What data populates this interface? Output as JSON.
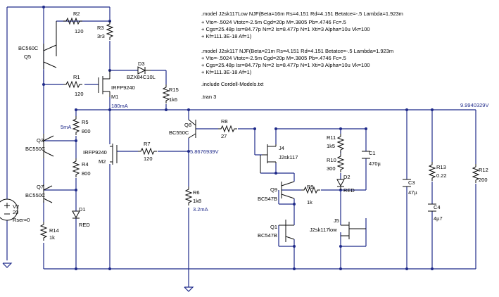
{
  "colors": {
    "wire": "#1f2a8a",
    "component": "#0a0a0a",
    "annotation": "#1f2a8a"
  },
  "models": {
    "block1": [
      ".model J2sk117Low NJF(Beta=16m Rs=4.151 Rd=4.151 Betatce=-.5 Lambda=1.923m",
      "+ Vto=-.5024 Vtotc=-2.5m Cgd=20p M=.3805 Pb=.4746 Fc=.5",
      "+ Cgs=25.48p Isr=84.77p Nr=2 Is=8.477p N=1 Xti=3 Alpha=10u Vk=100",
      "+ Kf=111.3E-18 Af=1)"
    ],
    "block2": [
      ".model J2sk117 NJF(Beta=21m Rs=4.151 Rd=4.151 Betatce=-.5 Lambda=1.923m",
      "+ Vto=-.5024 Vtotc=-2.5m Cgd=20p M=.3805 Pb=.4746 Fc=.5",
      "+ Cgs=25.48p Isr=84.77p Nr=2 Is=8.477p N=1 Xti=3 Alpha=10u Vk=100",
      "+ Kf=111.3E-18 Af=1)"
    ],
    "include": ".include Cordell-Models.txt",
    "tran": ".tran 3"
  },
  "labels": {
    "q5_type": "BC560C",
    "q5_name": "Q5",
    "r2_name": "R2",
    "r2_val": "120",
    "r3_name": "R3",
    "r3_val": "3r3",
    "d3_name": "D3",
    "d3_val": "BZX84C10L",
    "r1_name": "R1",
    "r1_val": "120",
    "m1_type": "IRFP9240",
    "m1_name": "M1",
    "r15_name": "R15",
    "r15_val": "1k6",
    "i_m1": "180mA",
    "vout": "9.9940329V",
    "i_r5": "5mA",
    "r5_name": "R5",
    "r5_val": "800",
    "q3_name": "Q3",
    "q3_type": "BC550C",
    "m2_type": "IRFP9240",
    "m2_name": "M2",
    "r7_name": "R7",
    "r7_val": "120",
    "r4_name": "R4",
    "r4_val": "800",
    "q8_name": "Q8",
    "q8_type": "BC550C",
    "r8_name": "R8",
    "r8_val": "27",
    "v_node": "5.8676939V",
    "q7_name": "Q7",
    "q7_type": "BC550C",
    "d1_name": "D1",
    "d1_val": "RED",
    "v2_name": "V2",
    "v2_val": "20",
    "v2_rser": "Rser=0",
    "r14_name": "R14",
    "r14_val": "1k",
    "r6_name": "R6",
    "r6_val": "1k8",
    "i_r6": "3.2mA",
    "r11_name": "R11",
    "r11_val": "1k5",
    "r10_name": "R10",
    "r10_val": "300",
    "j4_name": "J4",
    "j4_type": "J2sk117",
    "c1_name": "C1",
    "c1_val": "470µ",
    "d2_name": "D2",
    "d2_val": "RED",
    "q9_name": "Q9",
    "q9_type": "BC547B",
    "r9_name": "R9",
    "r9_val": "1k",
    "q1_name": "Q1",
    "q1_type": "BC547B",
    "j5_name": "J5",
    "j5_type": "J2sk117low",
    "c3_name": "C3",
    "c3_val": "47µ",
    "r13_name": "R13",
    "r13_val": "0.22",
    "c4_name": "C4",
    "c4_val": "4µ7",
    "r12_name": "R12",
    "r12_val": "200"
  }
}
